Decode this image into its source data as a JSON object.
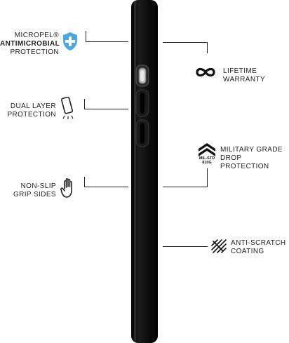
{
  "features_left": [
    {
      "lines": [
        "MICROPEL®",
        "ANTIMICROBIAL",
        "PROTECTION"
      ],
      "icon": "shield-plus-icon",
      "icon_color": "#4aa8e0"
    },
    {
      "lines": [
        "DUAL LAYER",
        "PROTECTION"
      ],
      "icon": "phone-drop-icon"
    },
    {
      "lines": [
        "NON-SLIP",
        "GRIP SIDES"
      ],
      "icon": "hand-icon"
    }
  ],
  "features_right": [
    {
      "lines": [
        "LIFETIME",
        "WARRANTY"
      ],
      "icon": "infinity-icon"
    },
    {
      "lines": [
        "MILITARY GRADE",
        "DROP PROTECTION"
      ],
      "icon": "mil-std-chevron-icon",
      "badge_lines": [
        "MIL-STD",
        "810G"
      ]
    },
    {
      "lines": [
        "ANTI-SCRATCH",
        "COATING"
      ],
      "icon": "scratch-lines-icon"
    }
  ],
  "colors": {
    "case": "#111111",
    "accent": "#4aa8e0"
  }
}
